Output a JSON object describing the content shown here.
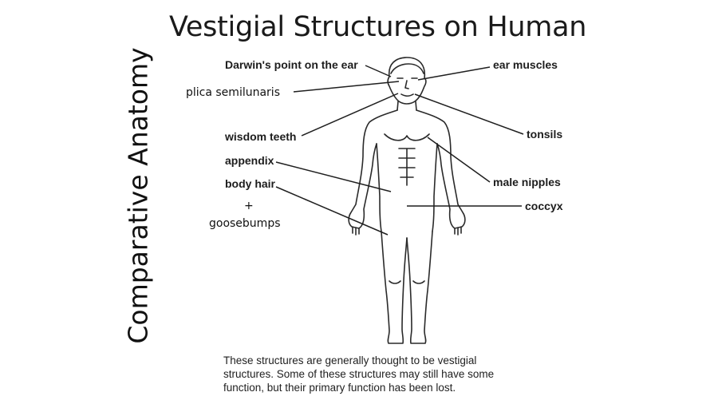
{
  "slide": {
    "title": "Vestigial Structures on Humans",
    "side_title": "Comparative Anatomy"
  },
  "labels": {
    "darwins_point": "Darwin's point on the ear",
    "ear_muscles": "ear muscles",
    "plica_semilunaris": "plica semilunaris",
    "wisdom_teeth": "wisdom teeth",
    "tonsils": "tonsils",
    "appendix": "appendix",
    "male_nipples": "male nipples",
    "body_hair": "body hair",
    "plus": "+",
    "goosebumps": "goosebumps",
    "coccyx": "coccyx"
  },
  "caption": {
    "line1": "These structures are generally thought to be vestigial",
    "line2": "structures. Some of these structures may still have some",
    "line3": "function, but their primary function has been lost."
  }
}
